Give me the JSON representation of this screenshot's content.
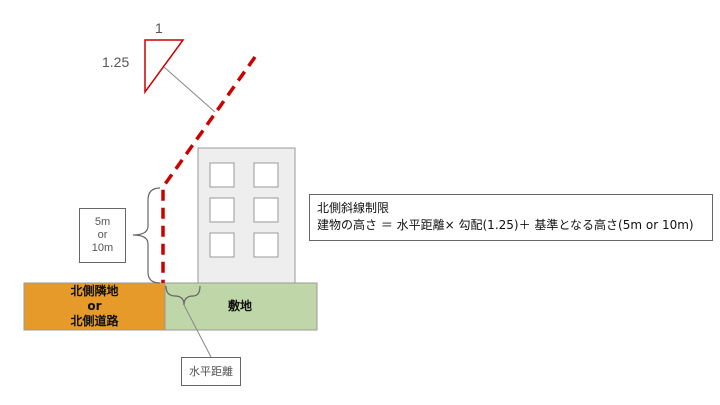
{
  "slope": {
    "run_label": "1",
    "rise_label": "1.25"
  },
  "base_height": {
    "line1": "5m",
    "line2": "or",
    "line3": "10m"
  },
  "neighbor": {
    "line1": "北側隣地",
    "line2": "or",
    "line3": "北側道路"
  },
  "site": {
    "label": "敷地"
  },
  "horizontal_distance": {
    "label": "水平距離"
  },
  "formula": {
    "title": "北側斜線制限",
    "text": "建物の高さ ＝ 水平距離× 勾配(1.25)＋ 基準となる高さ(5m or 10m)"
  },
  "colors": {
    "slope_line": "#cc0000",
    "neighbor_fill": "#e69a2a",
    "site_fill": "#bfd7a8",
    "building_fill": "#eeeeee"
  }
}
